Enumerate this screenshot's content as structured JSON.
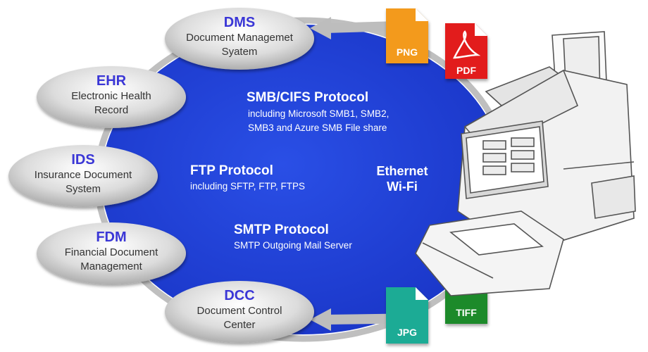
{
  "systems": [
    {
      "abbr": "DMS",
      "line1": "Document Managemet",
      "line2": "Syatem"
    },
    {
      "abbr": "EHR",
      "line1": "Electronic Health",
      "line2": "Record"
    },
    {
      "abbr": "IDS",
      "line1": "Insurance Document",
      "line2": "System"
    },
    {
      "abbr": "FDM",
      "line1": "Financial Document",
      "line2": "Management"
    },
    {
      "abbr": "DCC",
      "line1": "Document Control",
      "line2": "Center"
    }
  ],
  "protocols": {
    "smb": {
      "title": "SMB/CIFS Protocol",
      "line1": "including Microsoft SMB1, SMB2,",
      "line2": "SMB3 and Azure SMB File share"
    },
    "ftp": {
      "title": "FTP Protocol",
      "line1": "including SFTP, FTP, FTPS"
    },
    "smtp": {
      "title": "SMTP Protocol",
      "line1": "SMTP Outgoing Mail Server"
    }
  },
  "network": {
    "line1": "Ethernet",
    "line2": "Wi-Fi"
  },
  "formats": {
    "png": "PNG",
    "pdf": "PDF",
    "jpg": "JPG",
    "tiff": "TIFF"
  },
  "colors": {
    "hub": "#1f3fd6",
    "abbr": "#3a36d6",
    "png": "#f39a1d",
    "pdf": "#e21c1c",
    "jpg": "#1eab95",
    "tiff": "#1c8a2a"
  }
}
